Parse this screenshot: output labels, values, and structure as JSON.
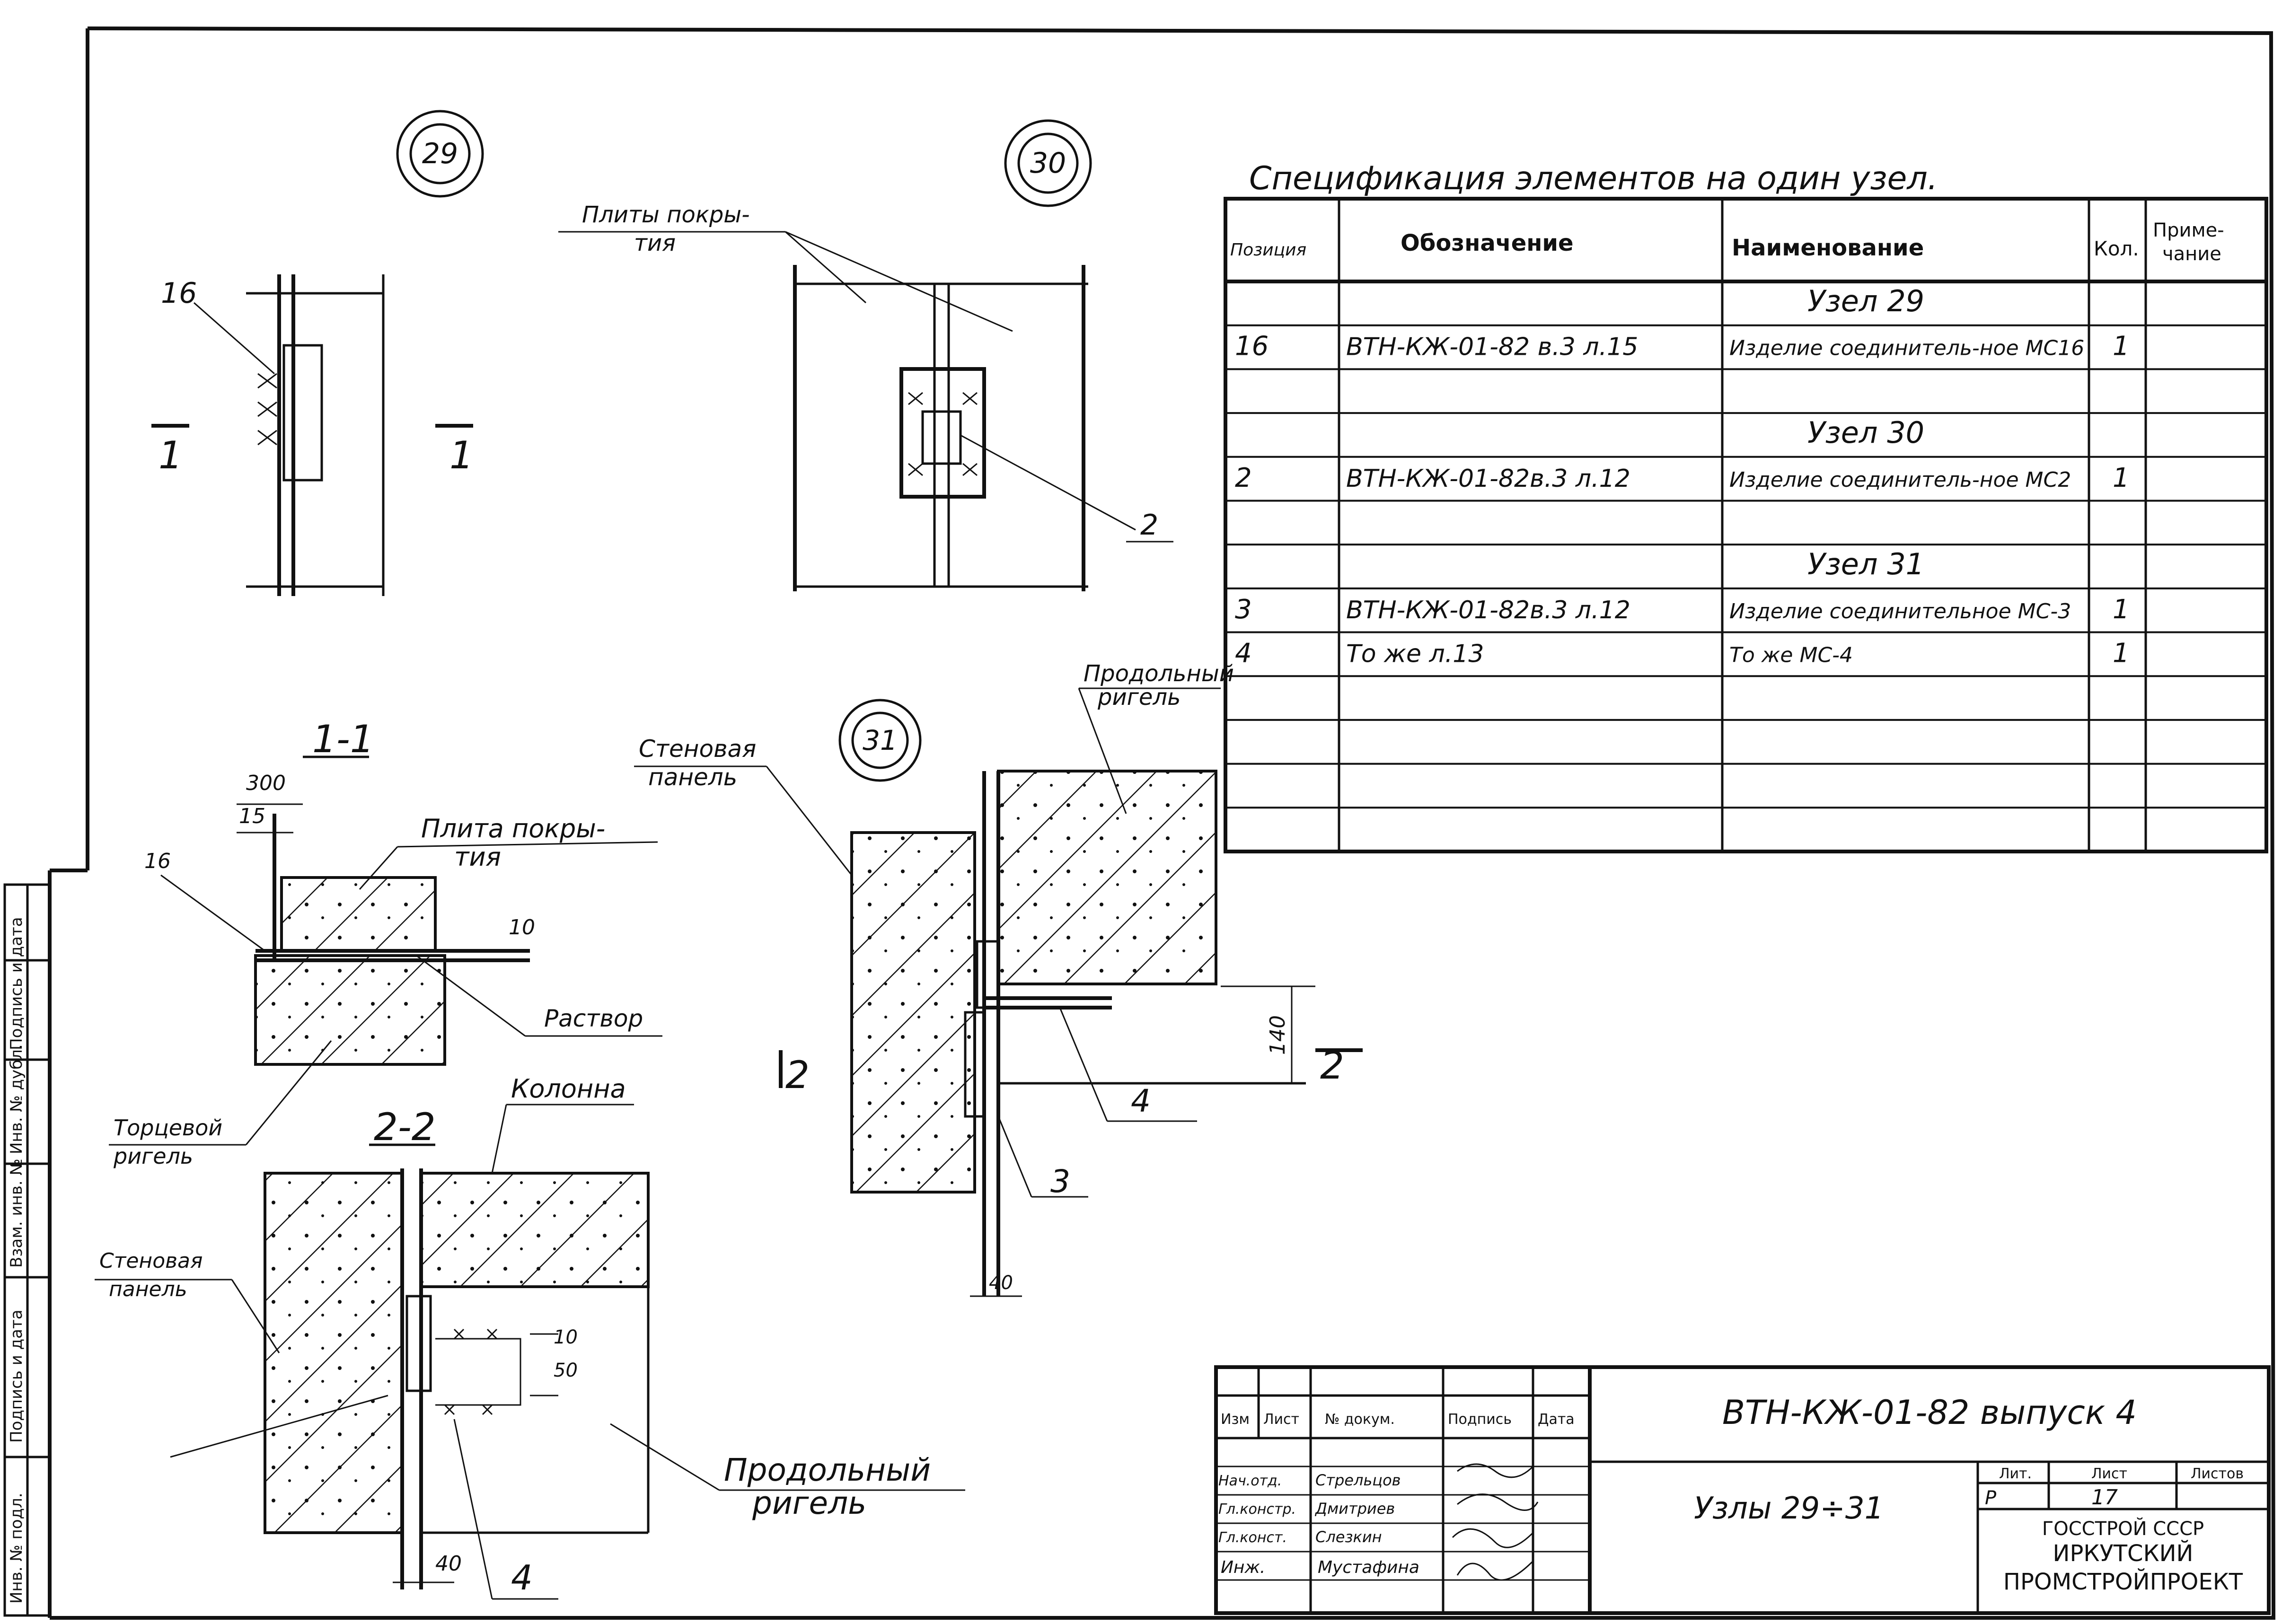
{
  "drawing": {
    "nodes": {
      "node29": "29",
      "node30": "30",
      "node31": "31"
    },
    "node29": {
      "pos_label": "16",
      "mark_left": "1",
      "mark_right": "1"
    },
    "node30": {
      "slab_label_line1": "Плиты покры-",
      "slab_label_line2": "тия",
      "pos_label": "2"
    },
    "section11": {
      "title": "1-1",
      "dim_300": "300",
      "dim_15": "15",
      "dim_6": "16",
      "dim_10": "10",
      "slab_label_line1": "Плита покры-",
      "slab_label_line2": "тия",
      "mortar_label": "Раствор",
      "beam_label_line1": "Торцевой",
      "beam_label_line2": "ригель"
    },
    "section22": {
      "title": "2-2",
      "column_label": "Колонна",
      "panel_label_line1": "Стеновая",
      "panel_label_line2": "панель",
      "beam_label_line1": "Продольный",
      "beam_label_line2": "ригель",
      "dim_40": "40",
      "dim_50": "50",
      "dim_10": "10",
      "pos_label": "4"
    },
    "node31": {
      "panel_label_line1": "Стеновая",
      "panel_label_line2": "панель",
      "beam_label_line1": "Продольный",
      "beam_label_line2": "ригель",
      "dim_140": "140",
      "dim_40": "40",
      "mark_left": "2",
      "mark_right": "2",
      "pos3": "3",
      "pos4": "4"
    }
  },
  "spec": {
    "title": "Спецификация элементов на один узел.",
    "headers": {
      "position": "Позиция",
      "designation": "Обозначение",
      "name": "Наименование",
      "qty": "Кол.",
      "note_line1": "Приме-",
      "note_line2": "чание"
    },
    "rows": [
      {
        "pos": "",
        "designation": "",
        "name": "Узел 29",
        "qty": "",
        "note": ""
      },
      {
        "pos": "16",
        "designation": "ВТН-КЖ-01-82 в.3 л.15",
        "name": "Изделие соединитель-ное МС16",
        "qty": "1",
        "note": ""
      },
      {
        "pos": "",
        "designation": "",
        "name": "",
        "qty": "",
        "note": ""
      },
      {
        "pos": "",
        "designation": "",
        "name": "Узел 30",
        "qty": "",
        "note": ""
      },
      {
        "pos": "2",
        "designation": "ВТН-КЖ-01-82в.3 л.12",
        "name": "Изделие соединитель-ное МС2",
        "qty": "1",
        "note": ""
      },
      {
        "pos": "",
        "designation": "",
        "name": "",
        "qty": "",
        "note": ""
      },
      {
        "pos": "",
        "designation": "",
        "name": "Узел 31",
        "qty": "",
        "note": ""
      },
      {
        "pos": "3",
        "designation": "ВТН-КЖ-01-82в.3 л.12",
        "name": "Изделие соединительное МС-3",
        "qty": "1",
        "note": ""
      },
      {
        "pos": "4",
        "designation": "То же л.13",
        "name": "То же МС-4",
        "qty": "1",
        "note": ""
      },
      {
        "pos": "",
        "designation": "",
        "name": "",
        "qty": "",
        "note": ""
      },
      {
        "pos": "",
        "designation": "",
        "name": "",
        "qty": "",
        "note": ""
      },
      {
        "pos": "",
        "designation": "",
        "name": "",
        "qty": "",
        "note": ""
      },
      {
        "pos": "",
        "designation": "",
        "name": "",
        "qty": "",
        "note": ""
      }
    ]
  },
  "left_strip": {
    "cells": [
      "Инв. № подл.",
      "Подпись и дата",
      "Взам. инв. №",
      "Инв. № дубл.",
      "Подпись и дата"
    ]
  },
  "title_block": {
    "code": "ВТН-КЖ-01-82 выпуск 4",
    "sheet_title": "Узлы 29÷31",
    "header": {
      "izm": "Изм",
      "list": "Лист",
      "doc": "№ докум.",
      "sign": "Подпись",
      "date": "Дата"
    },
    "people": [
      {
        "role": "Нач.отд.",
        "name": "Стрельцов"
      },
      {
        "role": "Гл.констр.",
        "name": "Дмитриев"
      },
      {
        "role": "Гл.конст.",
        "name": "Слезкин"
      },
      {
        "role": "Инж.",
        "name": "Мустафина"
      }
    ],
    "stage_labels": {
      "lit": "Лит.",
      "sheet": "Лист",
      "sheets": "Листов"
    },
    "stage_values": {
      "lit": "Р",
      "sheet": "17",
      "sheets": ""
    },
    "org_line1": "ГОССТРОЙ СССР",
    "org_line2": "ИРКУТСКИЙ",
    "org_line3": "ПРОМСТРОЙПРОЕКТ"
  }
}
